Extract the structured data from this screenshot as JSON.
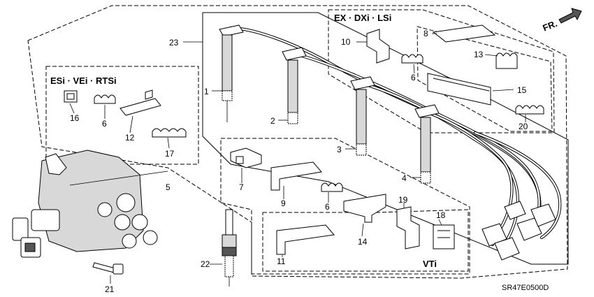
{
  "groups": {
    "ex_dxi_lsi": "EX · DXi · LSi",
    "esi_vei_rtsi": "ESi · VEi · RTSi",
    "vti": "VTi"
  },
  "direction_label": "FR.",
  "diagram_code": "SR47E0500D",
  "callouts": {
    "c1": "1",
    "c2": "2",
    "c3": "3",
    "c4": "4",
    "c5": "5",
    "c6a": "6",
    "c6b": "6",
    "c6c": "6",
    "c7": "7",
    "c8": "8",
    "c9": "9",
    "c10": "10",
    "c11": "11",
    "c12": "12",
    "c13": "13",
    "c14": "14",
    "c15": "15",
    "c16": "16",
    "c17": "17",
    "c18": "18",
    "c19": "19",
    "c20": "20",
    "c21": "21",
    "c22": "22",
    "c23": "23"
  }
}
